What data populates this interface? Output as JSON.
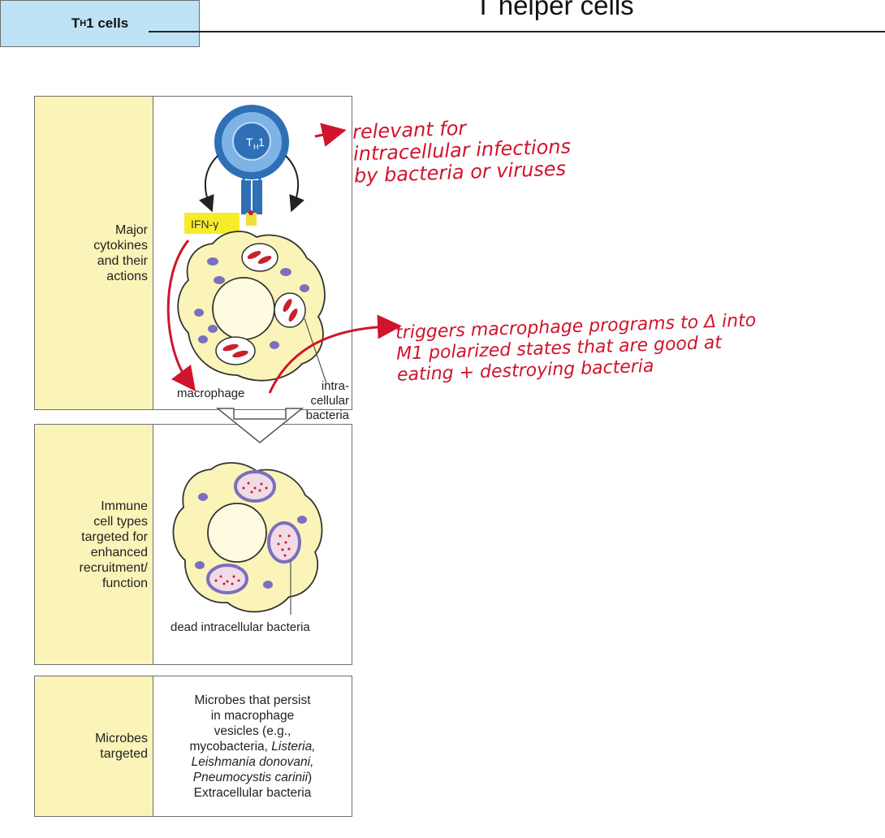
{
  "title": "T helper cells",
  "header": {
    "main": "T",
    "sub": "H",
    "rest": "1 cells"
  },
  "rows": {
    "cytokines": [
      "Major",
      "cytokines",
      "and their",
      "actions"
    ],
    "immune": [
      "Immune",
      "cell types",
      "targeted for",
      "enhanced",
      "recruitment/",
      "function"
    ],
    "microbes": [
      "Microbes",
      "targeted"
    ]
  },
  "diagram": {
    "cell_label_main": "T",
    "cell_label_sub": "H",
    "cell_label_rest": "1",
    "cytokine": "IFN-γ",
    "macrophage": "macrophage",
    "intra_lines": [
      "intra-",
      "cellular",
      "bacteria"
    ],
    "dead_bacteria": "dead intracellular bacteria"
  },
  "microbes_text": {
    "l1": "Microbes that persist",
    "l2": "in macrophage",
    "l3": "vesicles (e.g.,",
    "l4a": "mycobacteria, ",
    "l4b": "Listeria,",
    "l5": "Leishmania donovani,",
    "l6a": "Pneumocystis carinii",
    "l6b": ")",
    "l7": "Extracellular bacteria"
  },
  "annotations": {
    "note1": [
      "relevant for",
      "intracellular infections",
      "by bacteria or viruses"
    ],
    "note2": [
      "triggers macrophage programs to Δ into",
      "M1 polarized states that are good at",
      "eating + destroying bacteria"
    ]
  },
  "colors": {
    "accent": "#d0142c",
    "header_blue": "#bfe3f6",
    "label_yellow": "#fbf4b8",
    "cell_blue": "#2f6fb6"
  }
}
